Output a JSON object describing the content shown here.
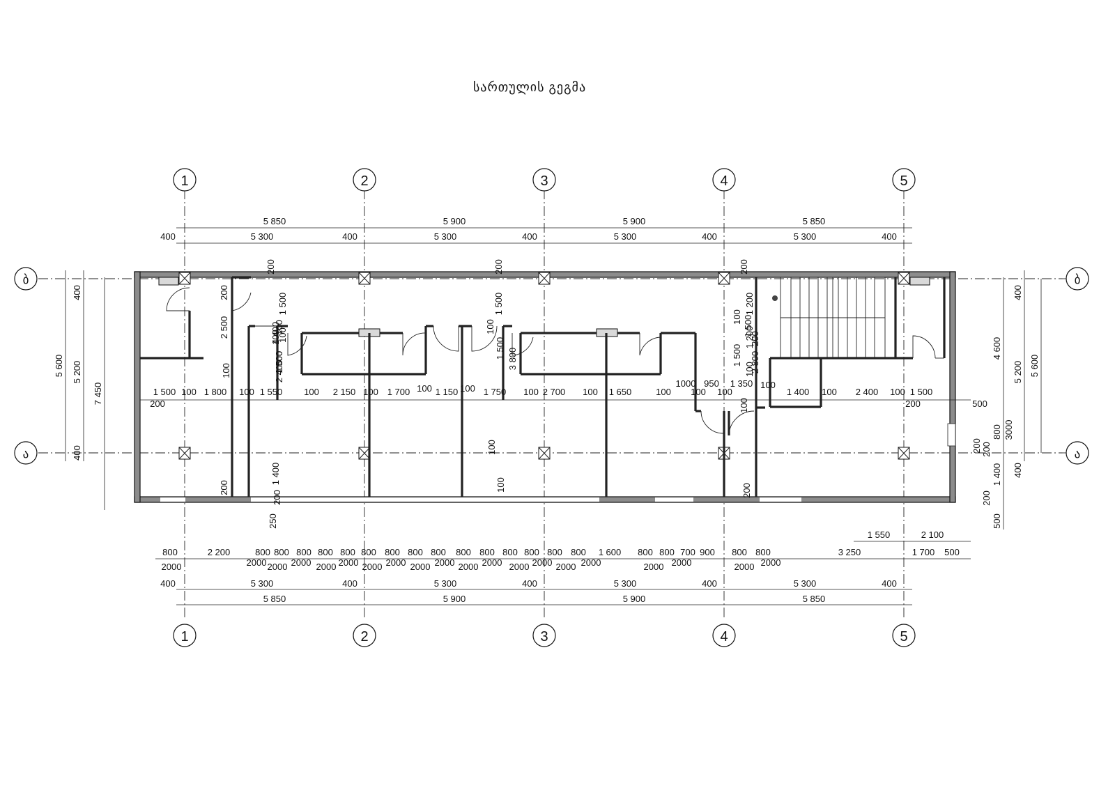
{
  "title": "სართულის გეგმა",
  "axes": {
    "columns": [
      "1",
      "2",
      "3",
      "4",
      "5"
    ],
    "rows_top": "ბ",
    "rows_bottom": "ა"
  },
  "dimensions": {
    "top_outer": [
      "5 850",
      "5 900",
      "5 900",
      "5 850"
    ],
    "top_inner_segments": [
      "400",
      "5 300",
      "400",
      "5 300",
      "400",
      "5 300",
      "400",
      "5 300",
      "400"
    ],
    "bottom_outer": [
      "5 850",
      "5 900",
      "5 900",
      "5 850"
    ],
    "bottom_inner_segments": [
      "400",
      "5 300",
      "400",
      "5 300",
      "400",
      "5 300",
      "400",
      "5 300",
      "400"
    ],
    "left_chain": [
      "400",
      "5 200",
      "400"
    ],
    "left_total_a": "5 600",
    "left_total_b": "7 450",
    "right_chain": [
      "400",
      "5 200",
      "400"
    ],
    "right_total": "5 600",
    "right_extra": [
      "4 600",
      "3000",
      "800",
      "200",
      "1 400",
      "200",
      "500"
    ],
    "mid_chain": [
      "1 500",
      "100",
      "1 800",
      "100",
      "1 550",
      "100",
      "2 150",
      "100",
      "1 700",
      "100",
      "1 150",
      "100",
      "1 750",
      "100",
      "2 700",
      "100",
      "1 650",
      "100",
      "1000",
      "100",
      "950",
      "100",
      "1 350",
      "100",
      "1 400",
      "100",
      "2 400",
      "100",
      "1 500",
      "200",
      "200",
      "500"
    ],
    "openings_top_row": [
      "800",
      "2 200",
      "800",
      "800",
      "800",
      "800",
      "800",
      "800",
      "800",
      "800",
      "800",
      "800",
      "800",
      "800",
      "800",
      "800",
      "800",
      "1 600",
      "800",
      "800",
      "700",
      "900",
      "800",
      "800",
      "3 250",
      "1 700",
      "500"
    ],
    "openings_bottom_row": [
      "2000",
      "2000",
      "2000",
      "2000",
      "2000",
      "2000",
      "2000",
      "2000",
      "2000",
      "2000",
      "2000",
      "2000",
      "2000",
      "2000",
      "2000",
      "2000",
      "2000",
      "2000",
      "2000",
      "2000"
    ],
    "bottom_right_extra": [
      "1 550",
      "2 100"
    ],
    "vertical_internal": [
      "200",
      "1 500",
      "200",
      "1 500",
      "200",
      "1 200",
      "1 200",
      "2 500",
      "200",
      "100",
      "100",
      "1 500",
      "100",
      "1 500",
      "100",
      "100",
      "1 500",
      "100",
      "1 500",
      "100",
      "100",
      "1 500",
      "2 400",
      "4 400",
      "3 800",
      "2 800",
      "200",
      "200",
      "200",
      "1 400",
      "250",
      "100",
      "100",
      "200",
      "200"
    ]
  }
}
